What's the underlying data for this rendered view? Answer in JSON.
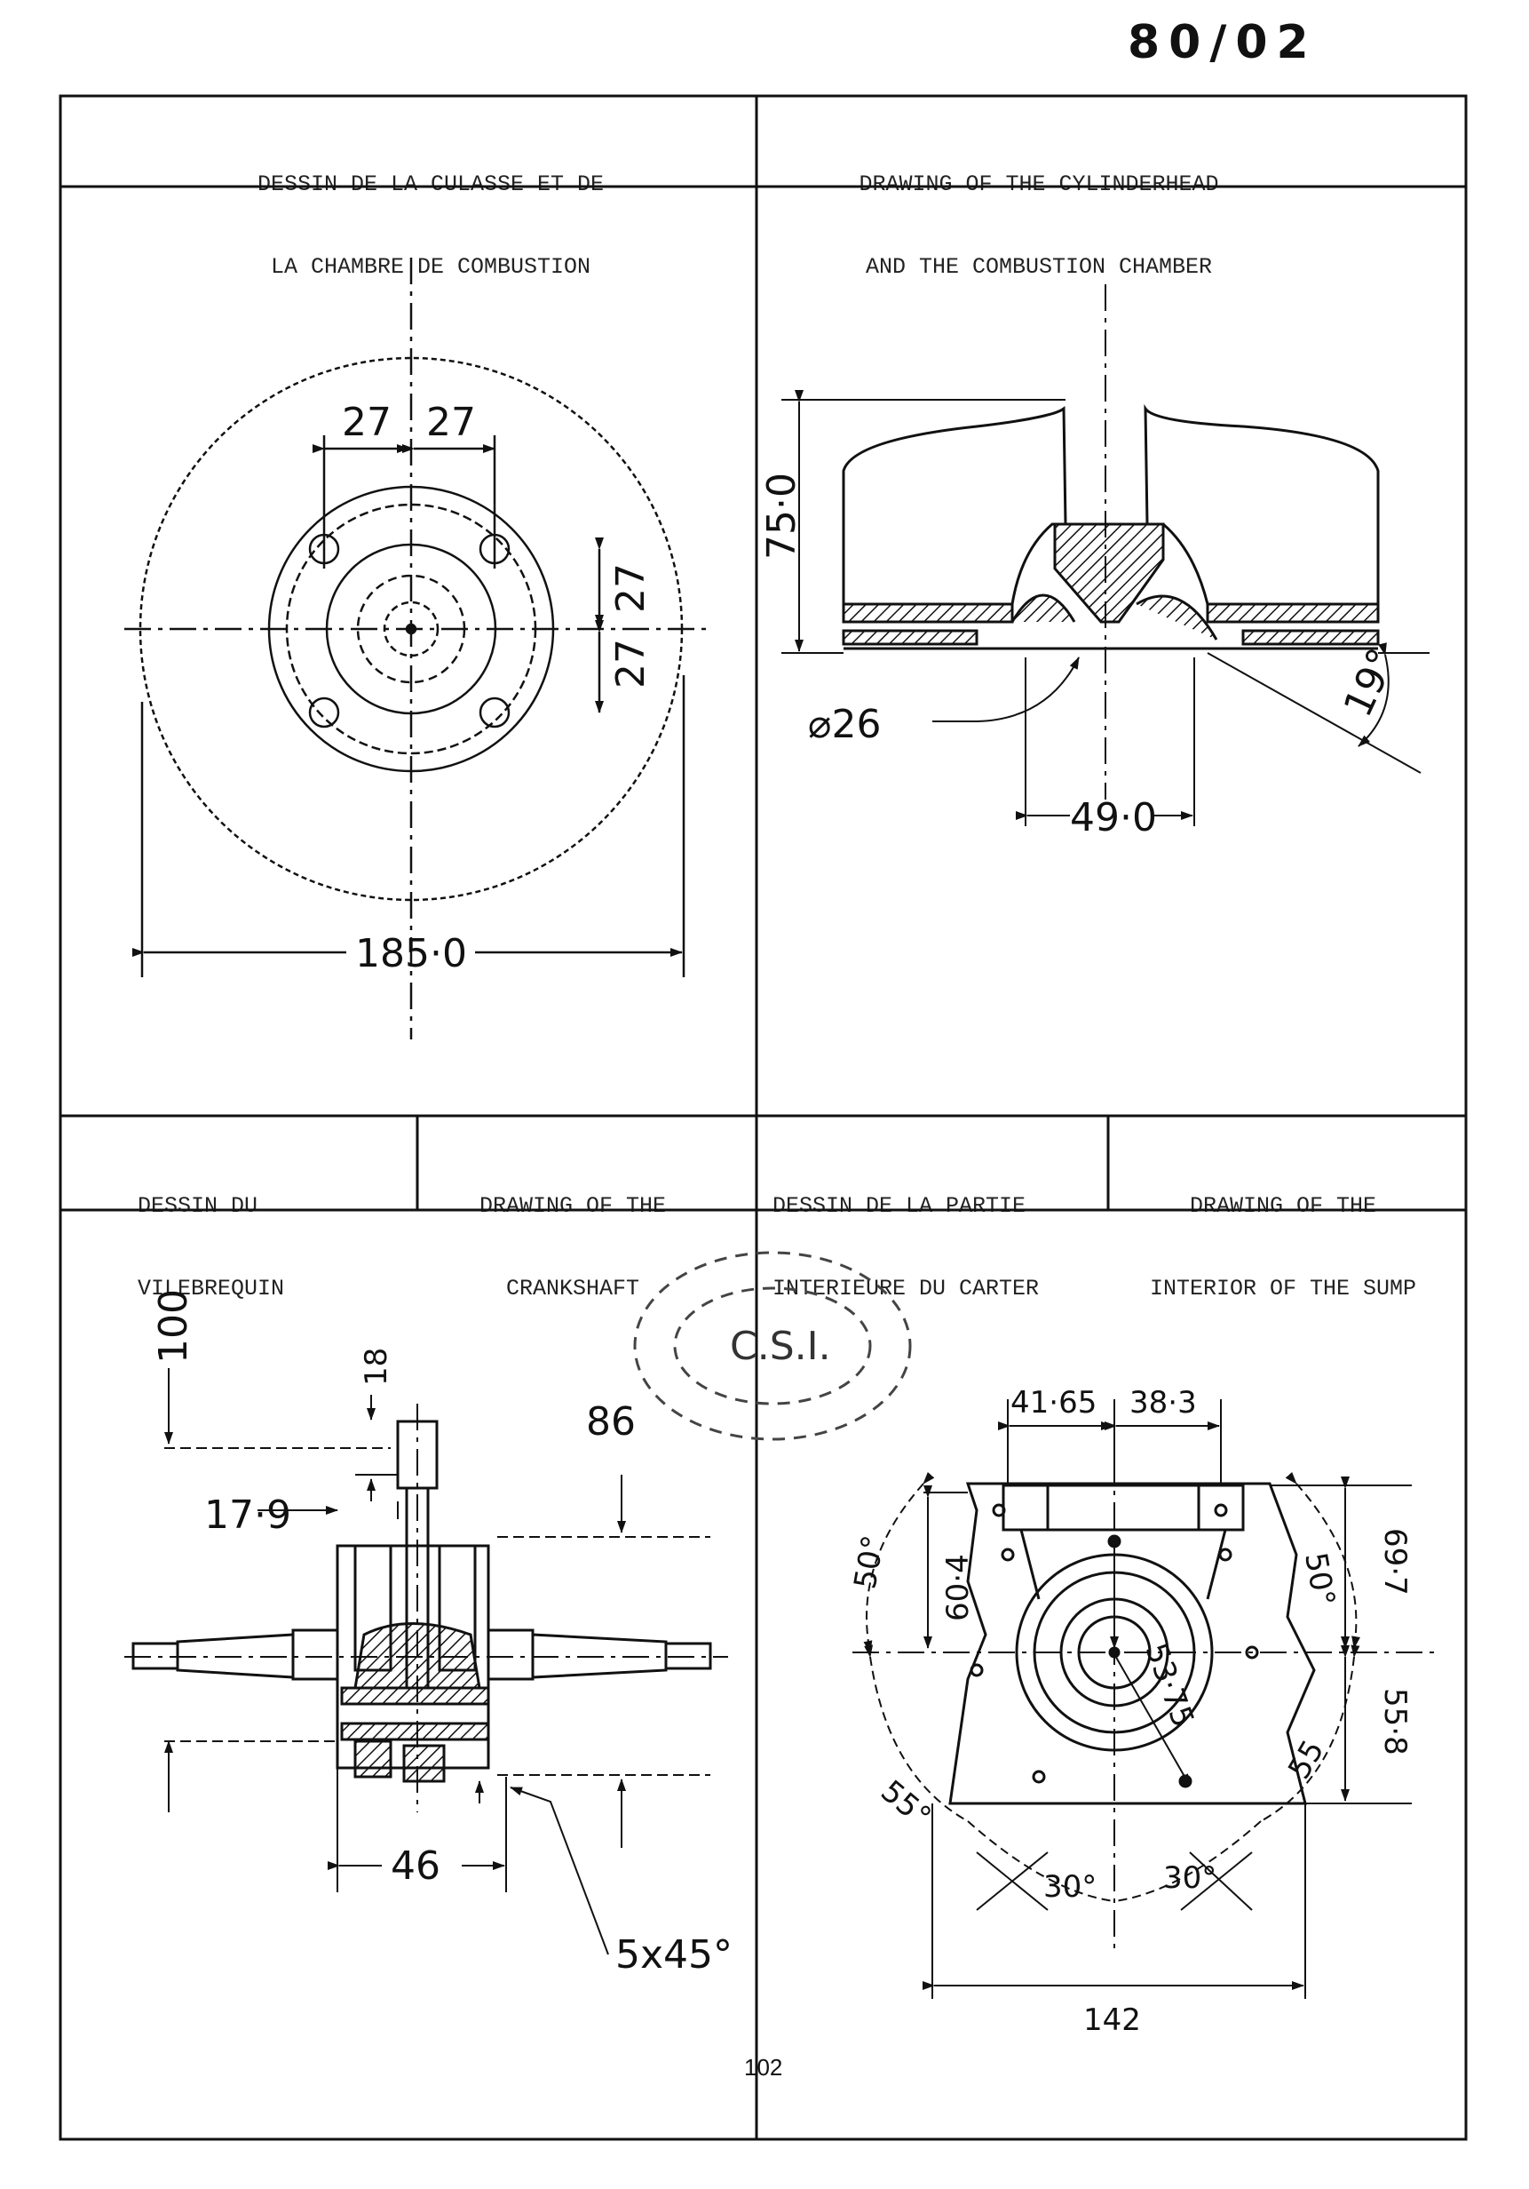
{
  "doc_number": "80/02",
  "page_number": "102",
  "stamp_text": "C.S.I.",
  "panels": {
    "cylinderhead_fr": {
      "line1": "DESSIN DE LA CULASSE ET DE",
      "line2": "LA CHAMBRE DE COMBUSTION"
    },
    "cylinderhead_en": {
      "line1": "DRAWING OF THE CYLINDERHEAD",
      "line2": "AND THE COMBUSTION CHAMBER"
    },
    "crankshaft_fr": {
      "line1": "DESSIN DU",
      "line2": "VILEBREQUIN"
    },
    "crankshaft_en": {
      "line1": "DRAWING OF THE",
      "line2": "CRANKSHAFT"
    },
    "sump_fr": {
      "line1": "DESSIN DE LA PARTIE",
      "line2": "INTERIEURE DU CARTER"
    },
    "sump_en": {
      "line1": "DRAWING OF THE",
      "line2": "INTERIOR OF THE SUMP"
    }
  },
  "dimensions": {
    "head_plan": {
      "d1": "27",
      "d2": "27",
      "d3": "27",
      "d4": "27",
      "diameter": "185·0"
    },
    "head_section": {
      "height": "75·0",
      "bore": "⌀26",
      "width": "49·0",
      "angle": "19°"
    },
    "crankshaft": {
      "d100": "100",
      "d18": "18",
      "d86": "86",
      "d179": "17·9",
      "d46": "46",
      "chamfer": "5x45°"
    },
    "sump": {
      "w1": "41·65",
      "w2": "38·3",
      "h1": "60·4",
      "h2": "69·7",
      "h3": "55·8",
      "r": "53·75",
      "a50l": "50°",
      "a50r": "50°",
      "a55l": "55°",
      "a55r": "55",
      "a30l": "30°",
      "a30r": "30°",
      "w142": "142"
    }
  }
}
